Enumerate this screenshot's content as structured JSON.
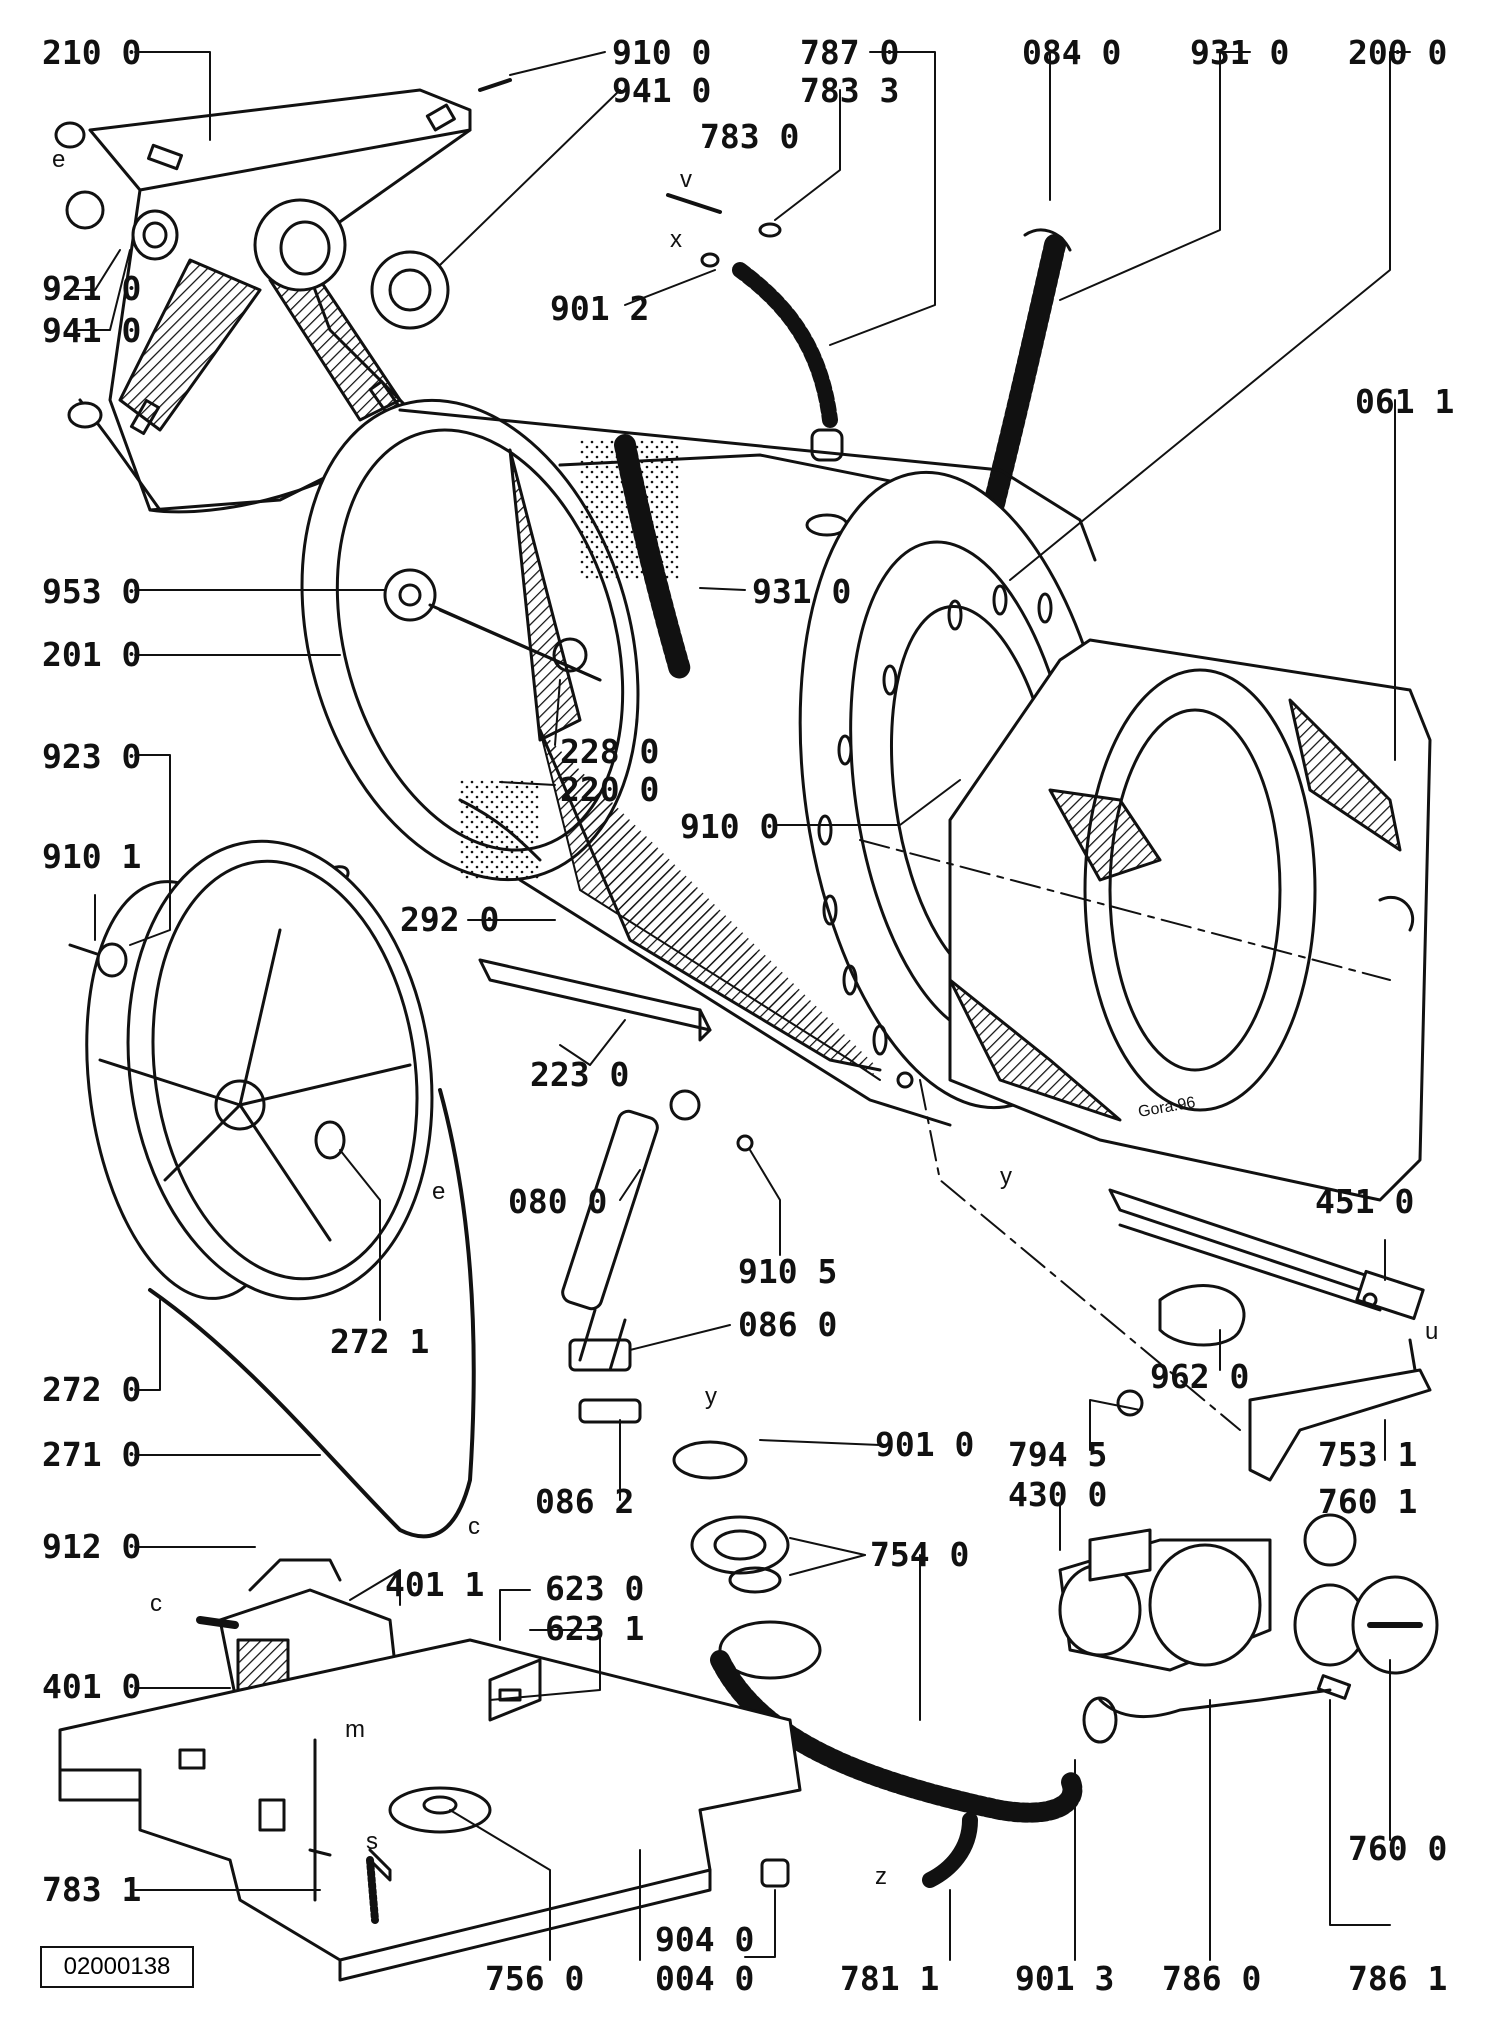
{
  "document_id": "02000138",
  "signature": "Gora.96",
  "parts": {
    "p210_0": "210 0",
    "p910_0_top": "910 0",
    "p941_0_top": "941 0",
    "p787_0": "787 0",
    "p783_3": "783 3",
    "p783_0": "783 0",
    "p084_0": "084 0",
    "p931_0_top": "931 0",
    "p200_0": "200 0",
    "p921_0": "921 0",
    "p941_0": "941 0",
    "p901_2": "901 2",
    "p061_1": "061 1",
    "p953_0": "953 0",
    "p931_0": "931 0",
    "p201_0": "201 0",
    "p923_0": "923 0",
    "p228_0": "228 0",
    "p220_0": "220 0",
    "p910_0": "910 0",
    "p910_1": "910 1",
    "p292_0": "292 0",
    "p223_0": "223 0",
    "p080_0": "080 0",
    "p910_5": "910 5",
    "p451_0": "451 0",
    "p272_1": "272 1",
    "p086_0": "086 0",
    "p962_0": "962 0",
    "p272_0": "272 0",
    "p901_0": "901 0",
    "p794_5": "794 5",
    "p753_1": "753 1",
    "p271_0": "271 0",
    "p086_2": "086 2",
    "p430_0": "430 0",
    "p760_1": "760 1",
    "p912_0": "912 0",
    "p401_1": "401 1",
    "p623_0": "623 0",
    "p754_0": "754 0",
    "p623_1": "623 1",
    "p401_0": "401 0",
    "p760_0": "760 0",
    "p783_1": "783 1",
    "p904_0": "904 0",
    "p756_0": "756 0",
    "p004_0": "004 0",
    "p781_1": "781 1",
    "p901_3": "901 3",
    "p786_0": "786 0",
    "p786_1": "786 1"
  },
  "letters": {
    "e1": "e",
    "v": "v",
    "x": "x",
    "y1": "y",
    "y2": "y",
    "u": "u",
    "e2": "e",
    "c1": "c",
    "c2": "c",
    "m": "m",
    "s": "s",
    "z": "z"
  }
}
